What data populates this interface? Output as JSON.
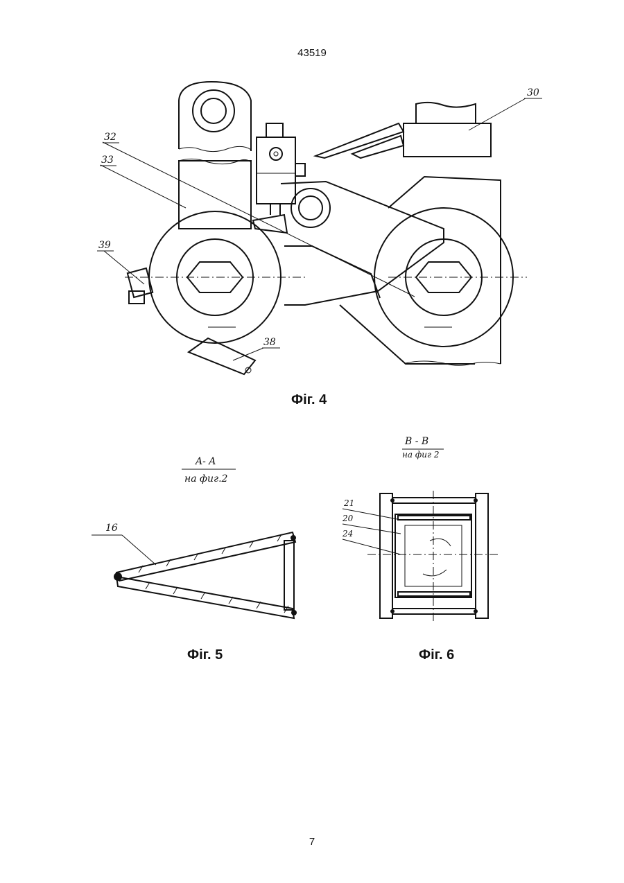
{
  "page": {
    "patent_number": "43519",
    "page_number": "7"
  },
  "figure4": {
    "caption": "Фіг. 4",
    "labels": [
      "30",
      "32",
      "33",
      "39",
      "38"
    ]
  },
  "figure5": {
    "caption": "Фіг. 5",
    "section_title": "A- A",
    "section_ref": "на фиг.2",
    "labels": [
      "16"
    ]
  },
  "figure6": {
    "caption": "Фіг. 6",
    "section_title": "B - B",
    "section_ref": "на фиг 2",
    "labels": [
      "21",
      "20",
      "24"
    ]
  }
}
